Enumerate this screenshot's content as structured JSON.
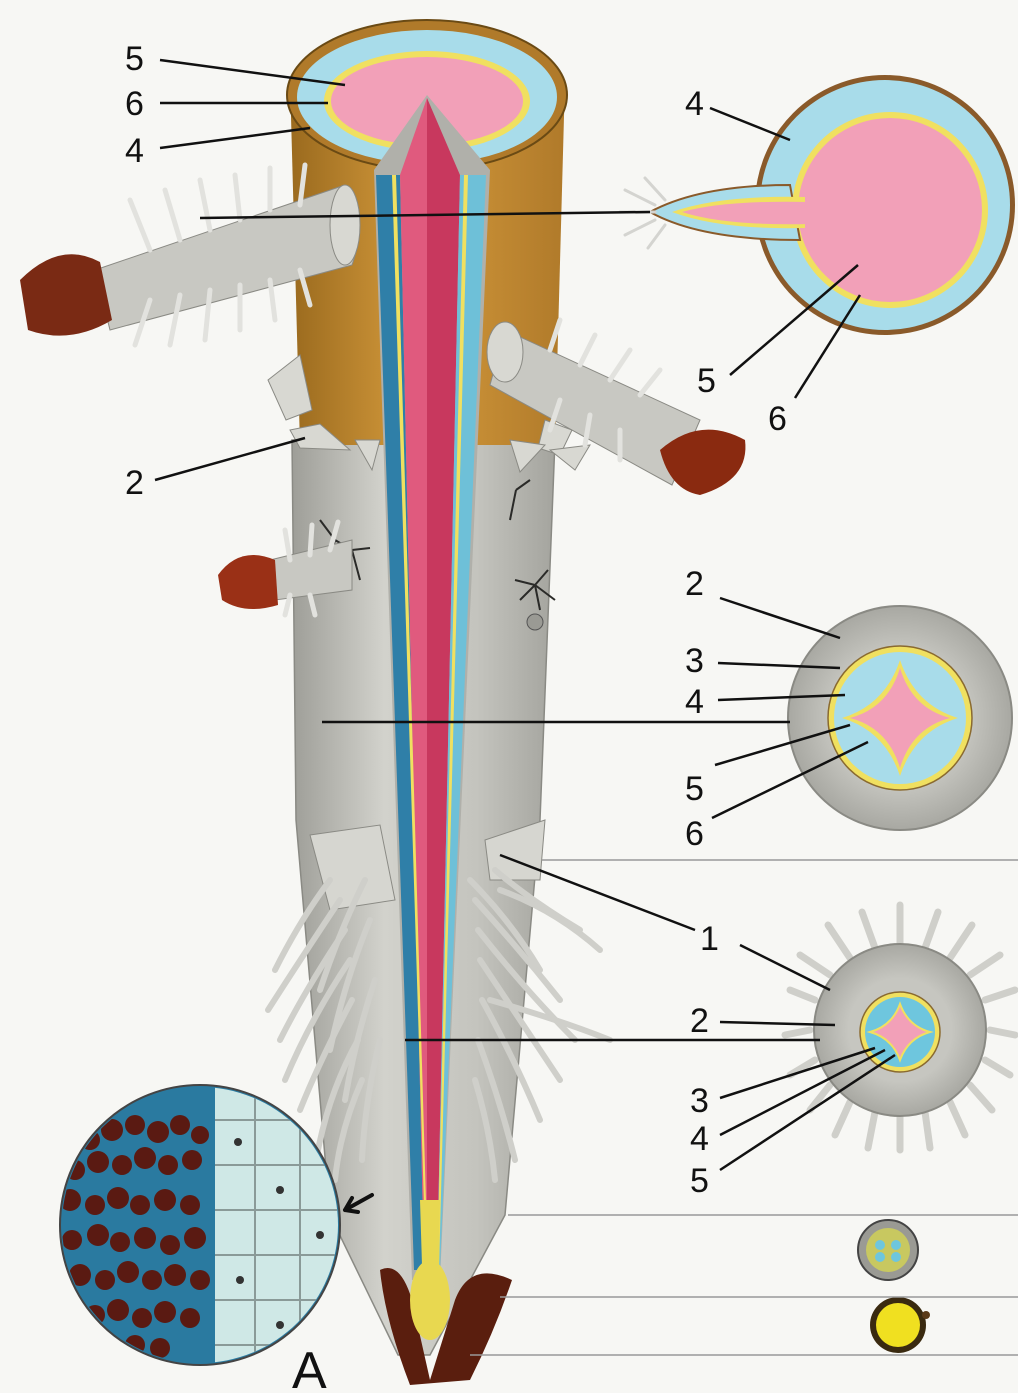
{
  "labels": {
    "top_5": "5",
    "top_6": "6",
    "top_4": "4",
    "tr_4": "4",
    "tr_5": "5",
    "tr_6": "6",
    "left_2": "2",
    "mr_2": "2",
    "mr_3": "3",
    "mr_4": "4",
    "mr_5": "5",
    "mr_6": "6",
    "lr_1": "1",
    "lr_2": "2",
    "lr_3": "3",
    "lr_4": "4",
    "lr_5": "5",
    "inset_A": "A"
  },
  "colors": {
    "background": "#f7f7f4",
    "pith_pink": "#f2a0b8",
    "cortex_cyan": "#a8dcea",
    "endodermis_yellow": "#f0e060",
    "outer_brown": "#b07a2a",
    "epidermis_grey": "#b8b8b2",
    "root_hair": "#e4e4e0",
    "cap_brown": "#7a2a14",
    "vessel_red": "#d8406a",
    "vessel_blue": "#2f7fa8"
  }
}
